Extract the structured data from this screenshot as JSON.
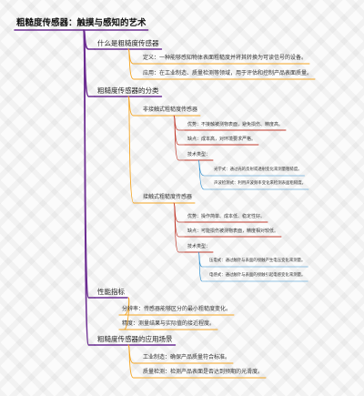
{
  "mindmap": {
    "root": "粗糙度传感器：触摸与感知的艺术",
    "branches": [
      {
        "label": "什么是粗糙度传感器",
        "color": "#6b2c91",
        "children": [
          {
            "label": "定义：一种能够感知物体表面粗糙度并将其转换为可读信号的设备。",
            "color": "#f5a623"
          },
          {
            "label": "应用：在工业制造、质量检测等领域，用于评估和控制产品表面质量。",
            "color": "#f5a623"
          }
        ]
      },
      {
        "label": "粗糙度传感器的分类",
        "color": "#6b2c91",
        "children": [
          {
            "label": "非接触式粗糙度传感器",
            "color": "#f5a623",
            "children": [
              {
                "label": "优势：不接触被测物表面，避免损伤、精度高。",
                "color": "#c0392b"
              },
              {
                "label": "缺点：成本高，对环境要求严格。",
                "color": "#c0392b"
              },
              {
                "label": "技术类型：",
                "color": "#c0392b",
                "children": [
                  {
                    "label": "光学式：通过光的反射或透射变化来测量粗糙度。",
                    "color": "#2d8ecf"
                  },
                  {
                    "label": "声波检测式：利用声波频率变化来检测表面粗糙度。",
                    "color": "#2d8ecf"
                  }
                ]
              }
            ]
          },
          {
            "label": "接触式粗糙度传感器",
            "color": "#f5a623",
            "children": [
              {
                "label": "优势：操作简单、成本低、稳定性好。",
                "color": "#c0392b"
              },
              {
                "label": "缺点：可能损伤被测物表面，精度相对较低。",
                "color": "#c0392b"
              },
              {
                "label": "技术类型：",
                "color": "#c0392b",
                "children": [
                  {
                    "label": "压电式：通过触针与表面的接触产生电压变化来测量。",
                    "color": "#2d8ecf"
                  },
                  {
                    "label": "电感式：通过触针与表面的接触引起电感变化来测量。",
                    "color": "#2d8ecf"
                  }
                ]
              }
            ]
          }
        ]
      },
      {
        "label": "性能指标",
        "color": "#6b2c91",
        "children": [
          {
            "label": "分辨率：传感器能够区分的最小粗糙度变化。",
            "color": "#f5a623"
          },
          {
            "label": "精度：测量结果与实际值的接近程度。",
            "color": "#f5a623"
          }
        ]
      },
      {
        "label": "粗糙度传感器的应用场景",
        "color": "#6b2c91",
        "children": [
          {
            "label": "工业制造：确保产品质量符合标准。",
            "color": "#f5a623"
          },
          {
            "label": "质量检测：检测产品表面是否达到预期的光滑度。",
            "color": "#f5a623"
          }
        ]
      }
    ]
  }
}
